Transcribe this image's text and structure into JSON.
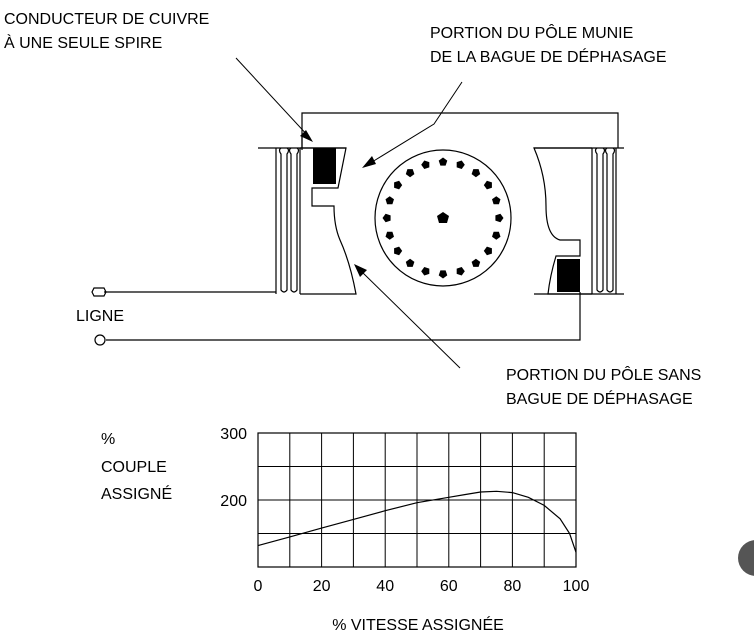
{
  "labels": {
    "conductor_line1": "CONDUCTEUR DE CUIVRE",
    "conductor_line2": "À UNE SEULE SPIRE",
    "shaded_line1": "PORTION DU PÔLE MUNIE",
    "shaded_line2": "DE LA BAGUE DE DÉPHASAGE",
    "line": "LIGNE",
    "unshaded_line1": "PORTION DU PÔLE SANS",
    "unshaded_line2": "BAGUE DE DÉPHASAGE"
  },
  "chart_data": {
    "type": "line",
    "ylabel_lines": [
      "%",
      "COUPLE",
      "ASSIGNÉ"
    ],
    "xlabel": "% VITESSE ASSIGNÉE",
    "xlim": [
      0,
      100
    ],
    "ylim": [
      100,
      300
    ],
    "x_ticks": [
      0,
      20,
      40,
      60,
      80,
      100
    ],
    "y_ticks": [
      200,
      300
    ],
    "grid": true,
    "x_grid_step": 10,
    "y_grid": [
      150,
      200,
      250
    ],
    "series": [
      {
        "x": [
          0,
          10,
          20,
          30,
          40,
          50,
          60,
          65,
          70,
          75,
          80,
          85,
          90,
          95,
          98,
          100
        ],
        "y": [
          132,
          145,
          158,
          171,
          184,
          196,
          204,
          208,
          212,
          213,
          211,
          204,
          192,
          172,
          150,
          122
        ]
      }
    ]
  },
  "colors": {
    "ink": "#000000",
    "corner_badge": "#555555"
  }
}
